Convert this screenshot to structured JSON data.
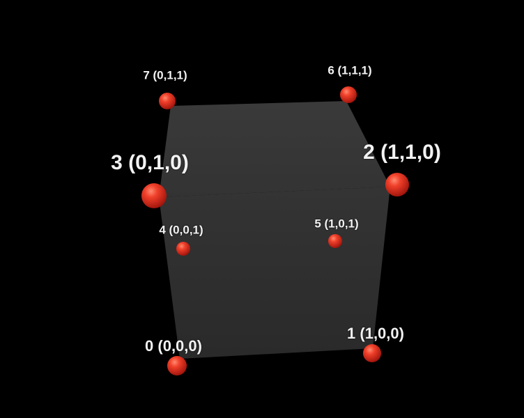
{
  "colors": {
    "background": "#000000",
    "cube_face": "#2c2c2c",
    "vertex": "#e0261f",
    "label": "#f2f2f2"
  },
  "vertices": [
    {
      "index": "0",
      "label": "0 (0,0,0)",
      "coords": "(0,0,0)"
    },
    {
      "index": "1",
      "label": "1 (1,0,0)",
      "coords": "(1,0,0)"
    },
    {
      "index": "2",
      "label": "2 (1,1,0)",
      "coords": "(1,1,0)"
    },
    {
      "index": "3",
      "label": "3 (0,1,0)",
      "coords": "(0,1,0)"
    },
    {
      "index": "4",
      "label": "4 (0,0,1)",
      "coords": "(0,0,1)"
    },
    {
      "index": "5",
      "label": "5 (1,0,1)",
      "coords": "(1,0,1)"
    },
    {
      "index": "6",
      "label": "6 (1,1,1)",
      "coords": "(1,1,1)"
    },
    {
      "index": "7",
      "label": "7 (0,1,1)",
      "coords": "(0,1,1)"
    }
  ]
}
